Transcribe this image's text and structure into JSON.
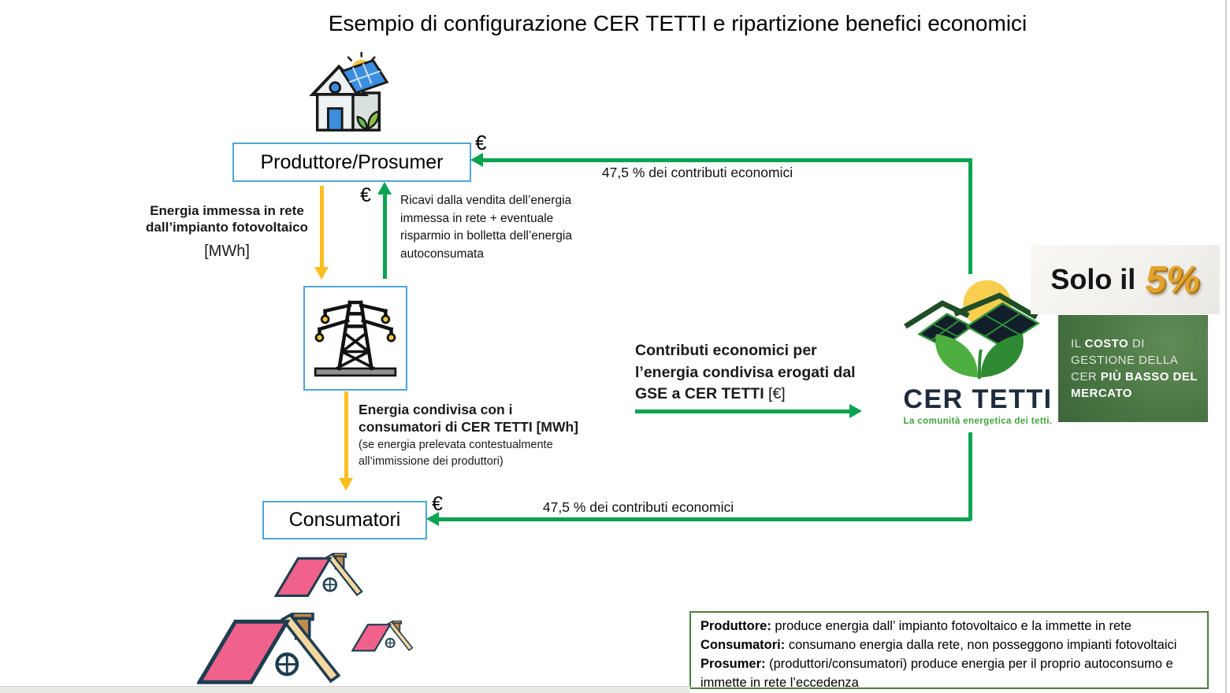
{
  "title": "Esempio di configurazione CER TETTI e ripartizione benefici economici",
  "producer": {
    "label": "Produttore/Prosumer"
  },
  "consumers": {
    "label": "Consumatori"
  },
  "flows": {
    "top": {
      "euro": "€",
      "label": "47,5 % dei contributi economici"
    },
    "bottom": {
      "euro": "€",
      "label": "47,5 % dei contributi economici"
    },
    "energy_in": {
      "label": "Energia immessa in rete dall’impianto fotovoltaico",
      "unit": "[MWh]"
    },
    "revenue": {
      "euro": "€",
      "label": "Ricavi dalla vendita dell’energia immessa in rete + eventuale risparmio in bolletta dell’energia autoconsumata"
    },
    "shared": {
      "label": "Energia condivisa con i consumatori di CER TETTI [MWh]",
      "note": "(se energia prelevata contestualmente all’immissione dei produttori)"
    },
    "gse": {
      "label": "Contributi economici per l’energia condivisa erogati dal GSE a CER TETTI",
      "unit": "[€]"
    }
  },
  "logo": {
    "name": "CER TETTI",
    "tagline": "La comunità energetica dei tetti."
  },
  "badge": {
    "prefix": "Solo il",
    "value": "5%"
  },
  "green_card": {
    "seg0": "IL ",
    "seg1": "COSTO",
    "seg2": " DI GESTIONE DELLA CER ",
    "seg3": "PIÙ BASSO DEL MERCATO"
  },
  "definitions": {
    "lines": [
      {
        "term": "Produttore:",
        "text": " produce energia dall’ impianto fotovoltaico e la immette in rete"
      },
      {
        "term": "Consumatori:",
        "text": " consumano energia dalla rete, non posseggono impianti fotovoltaici"
      },
      {
        "term": "Prosumer:",
        "text": " (produttori/consumatori) produce energia per il proprio autoconsumo e immette in rete l’eccedenza"
      }
    ]
  },
  "colors": {
    "green": "#0aa351",
    "yellow": "#fcbe1e",
    "box_border": "#4da6d9",
    "gold": "#e2a42e",
    "card_green": "#4a7644"
  }
}
